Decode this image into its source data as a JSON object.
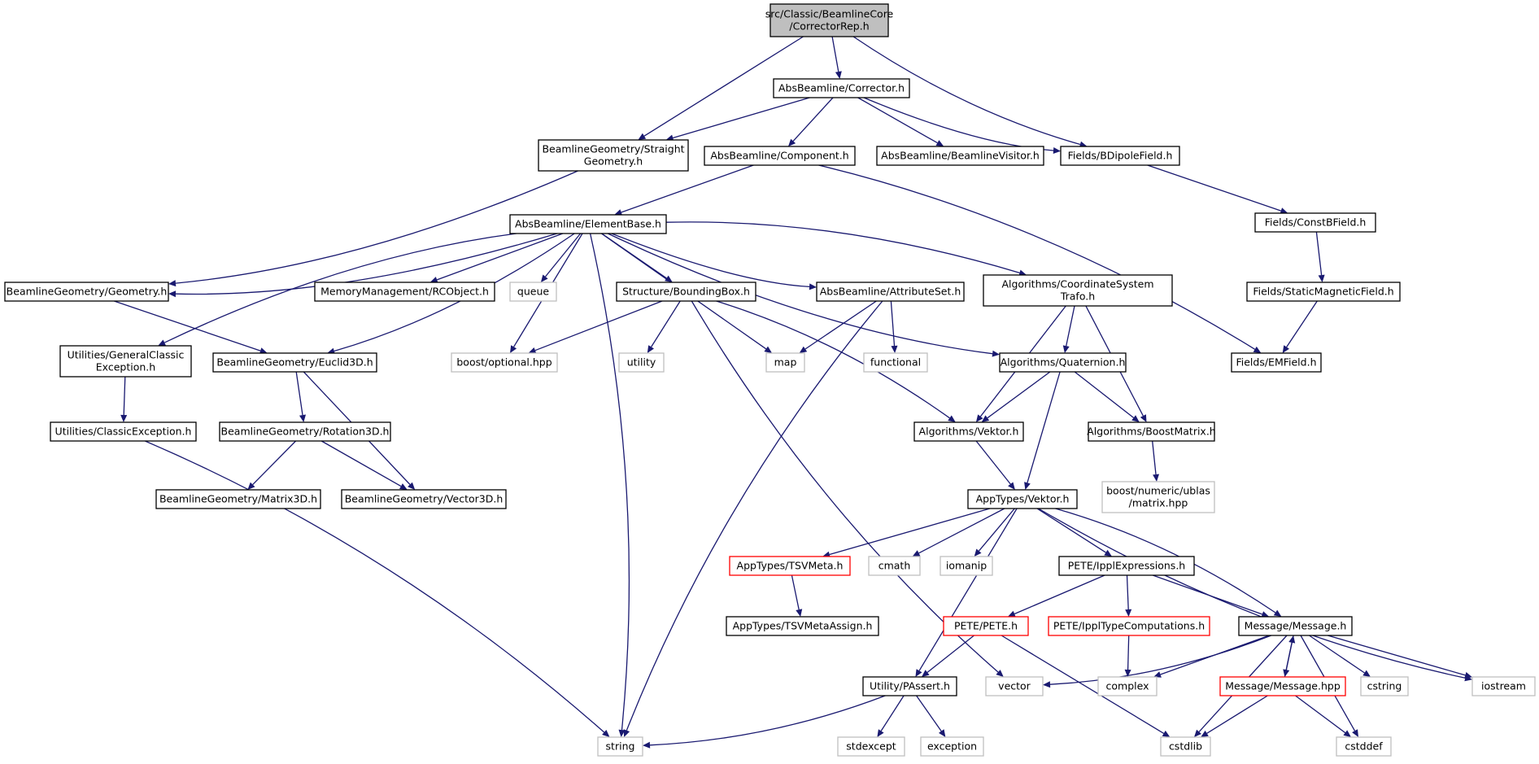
{
  "colors": {
    "edge": "#191970",
    "root_fill": "#bfbfbf",
    "node_border": "#000000",
    "system_border": "#bfbfbf",
    "truncated_border": "#ff0000"
  },
  "nodes": [
    {
      "id": "root",
      "lines": [
        "src/Classic/BeamlineCore",
        "/CorrectorRep.h"
      ],
      "kind": "root"
    },
    {
      "id": "corrector",
      "lines": [
        "AbsBeamline/Corrector.h"
      ],
      "kind": "normal"
    },
    {
      "id": "straight",
      "lines": [
        "BeamlineGeometry/Straight",
        "Geometry.h"
      ],
      "kind": "normal"
    },
    {
      "id": "component",
      "lines": [
        "AbsBeamline/Component.h"
      ],
      "kind": "normal"
    },
    {
      "id": "visitor",
      "lines": [
        "AbsBeamline/BeamlineVisitor.h"
      ],
      "kind": "normal"
    },
    {
      "id": "bdipole",
      "lines": [
        "Fields/BDipoleField.h"
      ],
      "kind": "normal"
    },
    {
      "id": "elementbase",
      "lines": [
        "AbsBeamline/ElementBase.h"
      ],
      "kind": "normal"
    },
    {
      "id": "constb",
      "lines": [
        "Fields/ConstBField.h"
      ],
      "kind": "normal"
    },
    {
      "id": "geometry",
      "lines": [
        "BeamlineGeometry/Geometry.h"
      ],
      "kind": "normal"
    },
    {
      "id": "rcobject",
      "lines": [
        "MemoryManagement/RCObject.h"
      ],
      "kind": "normal"
    },
    {
      "id": "queue",
      "lines": [
        "queue"
      ],
      "kind": "system"
    },
    {
      "id": "boundingbox",
      "lines": [
        "Structure/BoundingBox.h"
      ],
      "kind": "normal"
    },
    {
      "id": "attributeset",
      "lines": [
        "AbsBeamline/AttributeSet.h"
      ],
      "kind": "normal"
    },
    {
      "id": "coordtrafo",
      "lines": [
        "Algorithms/CoordinateSystem",
        "Trafo.h"
      ],
      "kind": "normal"
    },
    {
      "id": "staticmag",
      "lines": [
        "Fields/StaticMagneticField.h"
      ],
      "kind": "normal"
    },
    {
      "id": "genexc",
      "lines": [
        "Utilities/GeneralClassic",
        "Exception.h"
      ],
      "kind": "normal"
    },
    {
      "id": "euclid",
      "lines": [
        "BeamlineGeometry/Euclid3D.h"
      ],
      "kind": "normal"
    },
    {
      "id": "optional",
      "lines": [
        "boost/optional.hpp"
      ],
      "kind": "system"
    },
    {
      "id": "utility",
      "lines": [
        "utility"
      ],
      "kind": "system"
    },
    {
      "id": "map",
      "lines": [
        "map"
      ],
      "kind": "system"
    },
    {
      "id": "functional",
      "lines": [
        "functional"
      ],
      "kind": "system"
    },
    {
      "id": "quaternion",
      "lines": [
        "Algorithms/Quaternion.h"
      ],
      "kind": "normal"
    },
    {
      "id": "emfield",
      "lines": [
        "Fields/EMField.h"
      ],
      "kind": "normal"
    },
    {
      "id": "classicexc",
      "lines": [
        "Utilities/ClassicException.h"
      ],
      "kind": "normal"
    },
    {
      "id": "rotation",
      "lines": [
        "BeamlineGeometry/Rotation3D.h"
      ],
      "kind": "normal"
    },
    {
      "id": "vektor",
      "lines": [
        "Algorithms/Vektor.h"
      ],
      "kind": "normal"
    },
    {
      "id": "boostmatrix",
      "lines": [
        "Algorithms/BoostMatrix.h"
      ],
      "kind": "normal"
    },
    {
      "id": "matrix3d",
      "lines": [
        "BeamlineGeometry/Matrix3D.h"
      ],
      "kind": "normal"
    },
    {
      "id": "vector3d",
      "lines": [
        "BeamlineGeometry/Vector3D.h"
      ],
      "kind": "normal"
    },
    {
      "id": "appvektor",
      "lines": [
        "AppTypes/Vektor.h"
      ],
      "kind": "normal"
    },
    {
      "id": "ublas",
      "lines": [
        "boost/numeric/ublas",
        "/matrix.hpp"
      ],
      "kind": "system"
    },
    {
      "id": "tsvmeta",
      "lines": [
        "AppTypes/TSVMeta.h"
      ],
      "kind": "truncated"
    },
    {
      "id": "cmath",
      "lines": [
        "cmath"
      ],
      "kind": "system"
    },
    {
      "id": "iomanip",
      "lines": [
        "iomanip"
      ],
      "kind": "system"
    },
    {
      "id": "ipplexpr",
      "lines": [
        "PETE/IpplExpressions.h"
      ],
      "kind": "normal"
    },
    {
      "id": "tsvmetaassign",
      "lines": [
        "AppTypes/TSVMetaAssign.h"
      ],
      "kind": "normal"
    },
    {
      "id": "pete",
      "lines": [
        "PETE/PETE.h"
      ],
      "kind": "truncated"
    },
    {
      "id": "typecomp",
      "lines": [
        "PETE/IpplTypeComputations.h"
      ],
      "kind": "truncated"
    },
    {
      "id": "messageh",
      "lines": [
        "Message/Message.h"
      ],
      "kind": "normal"
    },
    {
      "id": "passert",
      "lines": [
        "Utility/PAssert.h"
      ],
      "kind": "normal"
    },
    {
      "id": "vector",
      "lines": [
        "vector"
      ],
      "kind": "system"
    },
    {
      "id": "complex",
      "lines": [
        "complex"
      ],
      "kind": "system"
    },
    {
      "id": "messagehpp",
      "lines": [
        "Message/Message.hpp"
      ],
      "kind": "truncated"
    },
    {
      "id": "cstring",
      "lines": [
        "cstring"
      ],
      "kind": "system"
    },
    {
      "id": "iostream",
      "lines": [
        "iostream"
      ],
      "kind": "system"
    },
    {
      "id": "string",
      "lines": [
        "string"
      ],
      "kind": "system"
    },
    {
      "id": "stdexcept",
      "lines": [
        "stdexcept"
      ],
      "kind": "system"
    },
    {
      "id": "exception",
      "lines": [
        "exception"
      ],
      "kind": "system"
    },
    {
      "id": "cstdlib",
      "lines": [
        "cstdlib"
      ],
      "kind": "system"
    },
    {
      "id": "cstddef",
      "lines": [
        "cstddef"
      ],
      "kind": "system"
    }
  ],
  "edges": [
    [
      "root",
      "corrector"
    ],
    [
      "root",
      "straight"
    ],
    [
      "root",
      "bdipole"
    ],
    [
      "corrector",
      "straight"
    ],
    [
      "corrector",
      "component"
    ],
    [
      "corrector",
      "visitor"
    ],
    [
      "corrector",
      "bdipole"
    ],
    [
      "straight",
      "geometry"
    ],
    [
      "component",
      "elementbase"
    ],
    [
      "component",
      "emfield"
    ],
    [
      "bdipole",
      "constb"
    ],
    [
      "constb",
      "staticmag"
    ],
    [
      "staticmag",
      "emfield"
    ],
    [
      "elementbase",
      "geometry"
    ],
    [
      "elementbase",
      "genexc"
    ],
    [
      "elementbase",
      "euclid"
    ],
    [
      "elementbase",
      "optional"
    ],
    [
      "elementbase",
      "rcobject"
    ],
    [
      "elementbase",
      "queue"
    ],
    [
      "elementbase",
      "string"
    ],
    [
      "elementbase",
      "boundingbox"
    ],
    [
      "elementbase",
      "map"
    ],
    [
      "elementbase",
      "attributeset"
    ],
    [
      "elementbase",
      "coordtrafo"
    ],
    [
      "elementbase",
      "quaternion"
    ],
    [
      "geometry",
      "euclid"
    ],
    [
      "genexc",
      "classicexc"
    ],
    [
      "classicexc",
      "string"
    ],
    [
      "euclid",
      "rotation"
    ],
    [
      "euclid",
      "vector3d"
    ],
    [
      "rotation",
      "matrix3d"
    ],
    [
      "rotation",
      "vector3d"
    ],
    [
      "boundingbox",
      "optional"
    ],
    [
      "boundingbox",
      "utility"
    ],
    [
      "boundingbox",
      "vector"
    ],
    [
      "boundingbox",
      "vektor"
    ],
    [
      "attributeset",
      "map"
    ],
    [
      "attributeset",
      "functional"
    ],
    [
      "attributeset",
      "string"
    ],
    [
      "coordtrafo",
      "vektor"
    ],
    [
      "coordtrafo",
      "quaternion"
    ],
    [
      "coordtrafo",
      "boostmatrix"
    ],
    [
      "quaternion",
      "vektor"
    ],
    [
      "quaternion",
      "boostmatrix"
    ],
    [
      "quaternion",
      "appvektor"
    ],
    [
      "vektor",
      "appvektor"
    ],
    [
      "boostmatrix",
      "ublas"
    ],
    [
      "appvektor",
      "tsvmeta"
    ],
    [
      "appvektor",
      "cmath"
    ],
    [
      "appvektor",
      "iomanip"
    ],
    [
      "appvektor",
      "ipplexpr"
    ],
    [
      "appvektor",
      "messageh"
    ],
    [
      "appvektor",
      "iostream"
    ],
    [
      "appvektor",
      "passert"
    ],
    [
      "tsvmeta",
      "tsvmetaassign"
    ],
    [
      "ipplexpr",
      "pete"
    ],
    [
      "ipplexpr",
      "typecomp"
    ],
    [
      "ipplexpr",
      "messageh"
    ],
    [
      "pete",
      "passert"
    ],
    [
      "pete",
      "cstdlib"
    ],
    [
      "typecomp",
      "complex"
    ],
    [
      "messageh",
      "vector"
    ],
    [
      "messageh",
      "complex"
    ],
    [
      "messageh",
      "messagehpp"
    ],
    [
      "messageh",
      "cstring"
    ],
    [
      "messageh",
      "iostream"
    ],
    [
      "messageh",
      "cstdlib"
    ],
    [
      "messageh",
      "cstddef"
    ],
    [
      "messagehpp",
      "messageh"
    ],
    [
      "messagehpp",
      "cstdlib"
    ],
    [
      "messagehpp",
      "cstddef"
    ],
    [
      "passert",
      "string"
    ],
    [
      "passert",
      "stdexcept"
    ],
    [
      "passert",
      "exception"
    ]
  ]
}
